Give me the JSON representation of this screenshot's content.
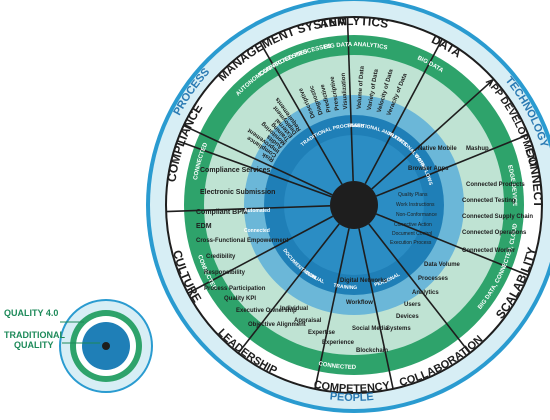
{
  "ring_labels": {
    "outer": [
      {
        "text": "PROCESS",
        "key": "process"
      },
      {
        "text": "TECHNOLOGY",
        "key": "technology"
      },
      {
        "text": "PEOPLE",
        "key": "people"
      }
    ],
    "categories": [
      {
        "text": "MANAGEMENT SYSTEM",
        "key": "management"
      },
      {
        "text": "ANALYTICS",
        "key": "analytics"
      },
      {
        "text": "DATA",
        "key": "data"
      },
      {
        "text": "APP DEVELOPMENT",
        "key": "appdev"
      },
      {
        "text": "CONNECTIVITY",
        "key": "connectivity"
      },
      {
        "text": "SCALABILITY",
        "key": "scalability"
      },
      {
        "text": "COLLABORATION",
        "key": "collaboration"
      },
      {
        "text": "COMPETENCY",
        "key": "competency"
      },
      {
        "text": "LEADERSHIP",
        "key": "leadership"
      },
      {
        "text": "CULTURE",
        "key": "culture"
      },
      {
        "text": "COMPLIANCE",
        "key": "compliance"
      }
    ],
    "bands": [
      {
        "text": "AUTONOMOUS PROCESSES",
        "key": "autonomous"
      },
      {
        "text": "CONNECTED PROCESSES",
        "key": "connectedproc"
      },
      {
        "text": "BIG DATA ANALYTICS",
        "key": "bigdataanalytics"
      },
      {
        "text": "BIG DATA",
        "key": "bigdata"
      },
      {
        "text": "EDGE DEVICES",
        "key": "edge"
      },
      {
        "text": "BIG DATA, CONNECTED, CLOUD",
        "key": "cloud"
      },
      {
        "text": "CONNECTED",
        "key": "connectedcomp"
      },
      {
        "text": "CONNECTED",
        "key": "connectedcult"
      },
      {
        "text": "CONNECTED",
        "key": "connectedcompliance"
      }
    ]
  },
  "items": {
    "management": [
      "Risk",
      "Compliance",
      "Improvement",
      "Audits",
      "Monitoring",
      "Training",
      "External",
      "Deployment",
      "Requirements"
    ],
    "analytics": [
      "Descriptive",
      "Diagnostic",
      "Predictive",
      "Prescriptive",
      "Visualization"
    ],
    "data": [
      "Volume of Data",
      "Variety of Data",
      "Velocity of Data",
      "Veracity of Data"
    ],
    "appdev": [
      "Mashup",
      "Native Mobile",
      "Browser Apps"
    ],
    "connectivity": [
      "Connected Products",
      "Connected Testing",
      "Connected Supply Chain",
      "Connected Operations",
      "Connected Worker"
    ],
    "inner_right": [
      "Quality Plans",
      "Work Instructions",
      "Non-Conformance",
      "Corrective Action",
      "Document Control",
      "Execution Process"
    ],
    "scalability": [
      "Data Volume",
      "Processes",
      "Analytics",
      "Users",
      "Devices",
      "Systems"
    ],
    "collaboration": [
      "Blockchain",
      "Social Media",
      "Workflow",
      "Digital Networks"
    ],
    "competency": [
      "Experience",
      "Expertise",
      "Appraisal",
      "Individual"
    ],
    "leadership": [
      "Objective Alignment",
      "Executive Ownership",
      "Quality KPI"
    ],
    "culture": [
      "Process Participation",
      "Responsibility",
      "Credibility",
      "Cross-Functional Empowerment"
    ],
    "compliance": [
      "Compliance Services",
      "Electronic Submission",
      "Compliant BPM",
      "EDM"
    ],
    "inner_left": [
      "Automated",
      "Connected"
    ],
    "hub": [
      "TRADITIONAL ANALYTICS",
      "TRADITIONAL DATA",
      "WORKFLOWS",
      "TRADITIONAL PROCESSES",
      "PERSONAL",
      "TRAINING",
      "DOCUMENTATION",
      "MANUAL"
    ]
  },
  "legend": {
    "quality40": "QUALITY 4.0",
    "traditional_line1": "TRADITIONAL",
    "traditional_line2": "QUALITY"
  },
  "colors": {
    "outer_ring": "#d7eef5",
    "outer_label": "#2a7ab3",
    "category_ring": "#ffffff",
    "green_band": "#2ea36b",
    "band_light": "#bfe3d3",
    "mid_blue": "#6bb7d8",
    "dark_blue": "#1f7fb7",
    "hub": "#1e1e1e",
    "divider": "#1e1e1e"
  }
}
